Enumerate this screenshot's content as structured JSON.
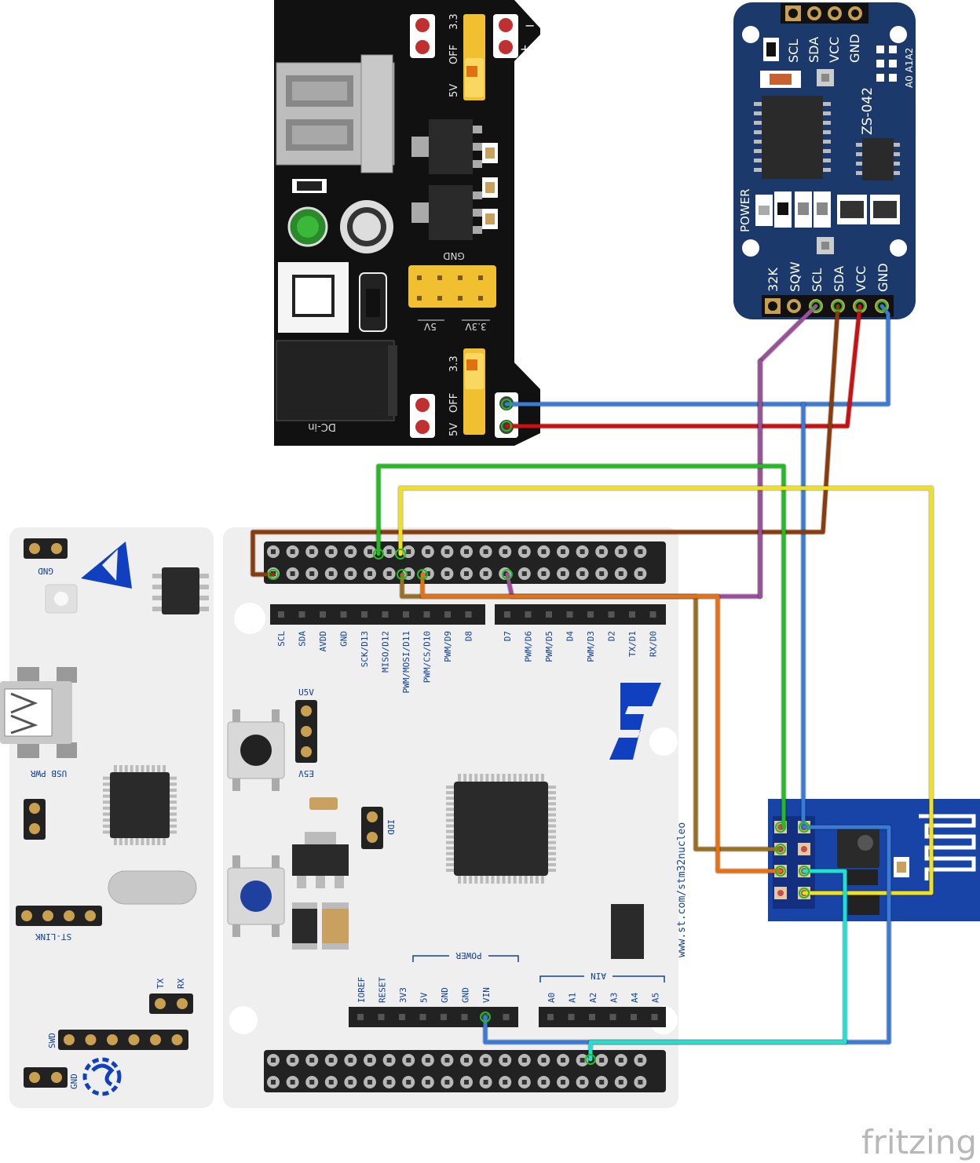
{
  "power_module": {
    "top_jumper": {
      "off": "OFF",
      "v33": "3.3",
      "v5": "5V"
    },
    "bottom_jumper": {
      "off": "OFF",
      "v33": "3.3",
      "v5": "5V"
    },
    "minus": "−",
    "plus": "+",
    "gnd": "GND",
    "hdr_5v": "5V",
    "hdr_33v": "3.3V",
    "dcin": "DC-in"
  },
  "rtc": {
    "top_pins": [
      "SCL",
      "SDA",
      "VCC",
      "GND"
    ],
    "addr": "A0 A1A2",
    "model": "ZS-042",
    "power": "POWER",
    "bottom_pins": [
      "32K",
      "SQW",
      "SCL",
      "SDA",
      "VCC",
      "GND"
    ]
  },
  "nucleo": {
    "gnd_top": "GND",
    "digital_left": [
      "SCL",
      "SDA",
      "AVDD",
      "GND",
      "SCK/D13",
      "MISO/D12",
      "PWM/MOSI/D11",
      "PWM/CS/D10",
      "PWM/D9",
      "D8"
    ],
    "digital_right": [
      "D7",
      "PWM/D6",
      "PWM/D5",
      "D4",
      "PWM/D3",
      "D2",
      "TX/D1",
      "RX/D0"
    ],
    "u5v": "U5V",
    "e5v": "E5V",
    "usb_pwr": "USB PWR",
    "idd": "IDD",
    "st_link": "ST-LINK",
    "tx": "TX",
    "rx": "RX",
    "swd": "SWD",
    "gnd_bottom": "GND",
    "url": "www.st.com/stm32nucleo",
    "power_title": "POWER",
    "power_pins": [
      "IOREF",
      "RESET",
      "3V3",
      "5V",
      "GND",
      "GND",
      "VIN"
    ],
    "ain_title": "AIN",
    "analog_pins": [
      "A0",
      "A1",
      "A2",
      "A3",
      "A4",
      "A5"
    ]
  },
  "fritzing_logo": "fritzing",
  "wire_colors": {
    "blue": "#3a7bd5",
    "red": "#cc1010",
    "green": "#22bb22",
    "yellow": "#f0e020",
    "brown": "#8b3a0a",
    "purple": "#9b4f9b",
    "orange": "#e87010",
    "olive": "#9a7020",
    "cyan": "#20e0d0"
  }
}
